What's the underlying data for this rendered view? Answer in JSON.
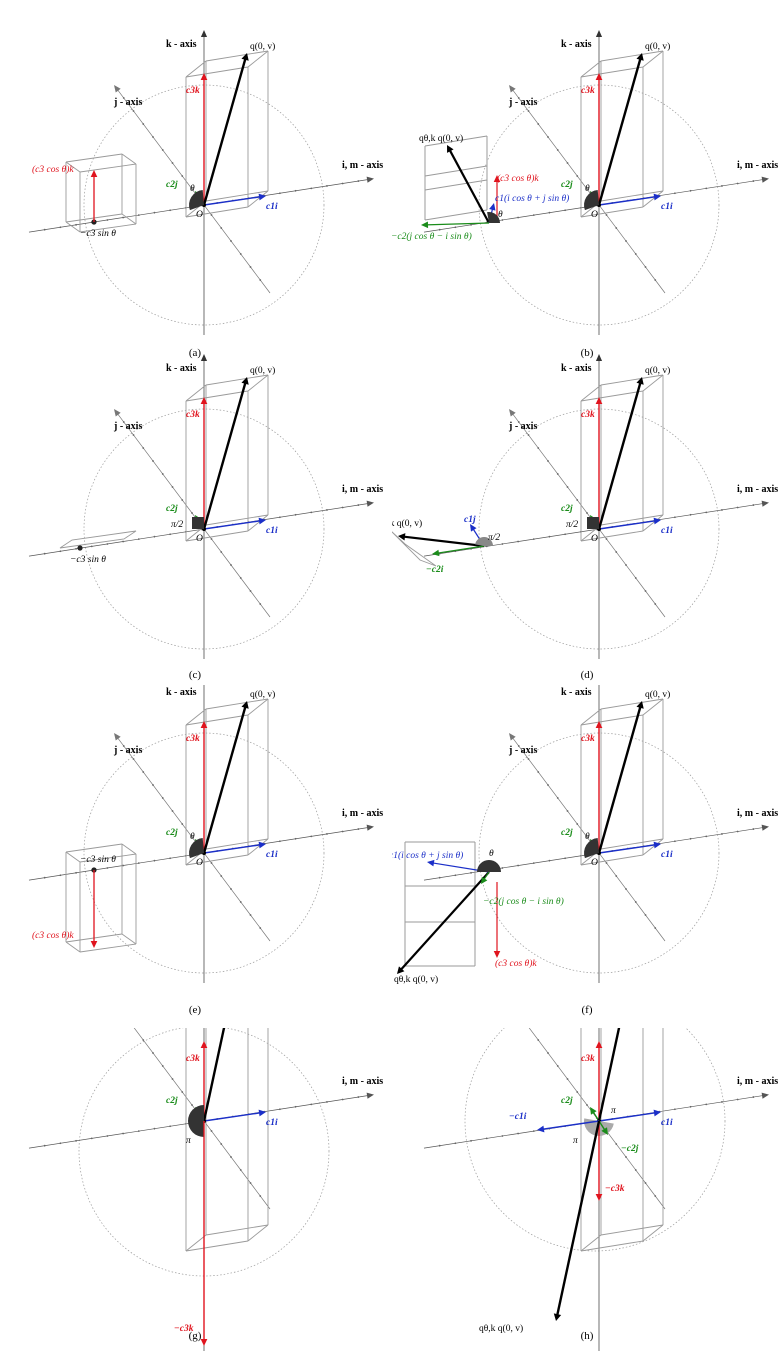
{
  "labels": {
    "k_axis": "k - axis",
    "j_axis": "j - axis",
    "i_axis": "i, m - axis",
    "q": "q(0, v)",
    "c3k": "c3k",
    "c2j": "c2j",
    "c1i": "c1i",
    "neg_c1i": "−c1i",
    "neg_c2j": "−c2j",
    "neg_c3k": "−c3k",
    "origin": "O",
    "theta": "θ",
    "pi_half": "π/2",
    "pi": "π",
    "c3cos": "(c3 cos θ)k",
    "neg_c3sin": "−c3 sin θ",
    "rot_q": "qθ,k q(0, v)",
    "rot_c1": "c1(i cos θ + j sin θ)",
    "rot_c2": "−c2(j cos θ − i sin θ)",
    "c1j": "c1j",
    "neg_c2i": "−c2i"
  },
  "captions": [
    "(a)",
    "(b)",
    "(c)",
    "(d)",
    "(e)",
    "(f)",
    "(g)",
    "(h)"
  ],
  "colors": {
    "k": "#e0141e",
    "j": "#1a8c1a",
    "i": "#1b2fc8",
    "q": "#000000",
    "frame": "#9a9a9a",
    "circle": "#9a9a9a"
  }
}
